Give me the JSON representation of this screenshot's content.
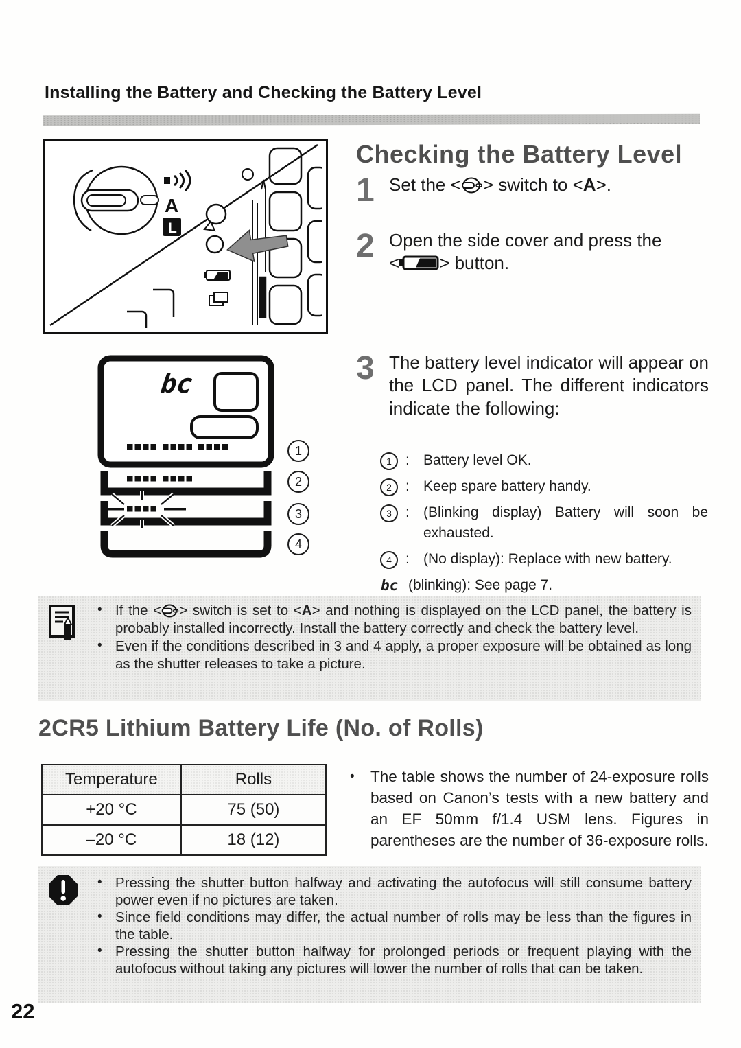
{
  "misc": {
    "bullet": "•",
    "colon": ":"
  },
  "colors": {
    "ink": "#1c1c1c",
    "halftone_heading": "#4f4f4f",
    "box_bg": "#ededeb",
    "rule_bar": "#c3c3c1",
    "arrow_gray": "#8f8f8f"
  },
  "page": {
    "number": "22"
  },
  "header": {
    "title": "Installing the Battery and Checking the Battery Level"
  },
  "illustration": {
    "labels": {
      "a": "A",
      "l": "L"
    }
  },
  "section1": {
    "title": "Checking the Battery Level",
    "steps": [
      {
        "num": "1",
        "pre": "Set the <",
        "mid": "> switch to <",
        "bold": "A",
        "post": ">."
      },
      {
        "num": "2",
        "line1": "Open the side cover and press the",
        "pre": "<",
        "post": "> button."
      },
      {
        "num": "3",
        "text": "The battery level indicator will appear on the LCD panel. The different indicators indicate the following:"
      }
    ],
    "indicators": [
      {
        "n": "1",
        "text": "Battery level OK."
      },
      {
        "n": "2",
        "text": "Keep spare battery handy."
      },
      {
        "n": "3",
        "text": "(Blinking display) Battery will soon be exhausted."
      },
      {
        "n": "4",
        "text": "(No display): Replace with new battery."
      }
    ],
    "bc_note": {
      "code": "bc",
      "text": "(blinking): See page 7."
    }
  },
  "lcd": {
    "bc": "bc",
    "callouts": [
      "1",
      "2",
      "3",
      "4"
    ]
  },
  "note_box": {
    "bullets": [
      {
        "pre": "If the <",
        "mid": "> switch is set to <",
        "bold": "A",
        "post": "> and nothing is displayed on the LCD panel, the battery is probably installed incorrectly. Install the battery correctly and check the battery level."
      },
      {
        "text": "Even if the conditions described in 3 and 4 apply, a proper exposure will be obtained as long as the shutter releases to take a picture."
      }
    ]
  },
  "section2": {
    "title": "2CR5 Lithium Battery Life (No. of Rolls)",
    "table": {
      "headers": [
        "Temperature",
        "Rolls"
      ],
      "rows": [
        [
          "+20 °C",
          "75 (50)"
        ],
        [
          "–20 °C",
          "18 (12)"
        ]
      ]
    },
    "bullet": "The table shows the number of 24-exposure rolls based on Canon’s tests with a new battery and an EF 50mm f/1.4 USM lens. Figures in parentheses are the number of 36-exposure rolls."
  },
  "caution_box": {
    "bullets": [
      "Pressing the shutter button halfway and activating the autofocus will still consume battery power even if no pictures are taken.",
      "Since field conditions may differ, the actual number of rolls may be less than the figures in the table.",
      "Pressing the shutter button halfway for prolonged periods or frequent playing with the autofocus without taking any pictures will lower the number of rolls that can be taken."
    ]
  }
}
